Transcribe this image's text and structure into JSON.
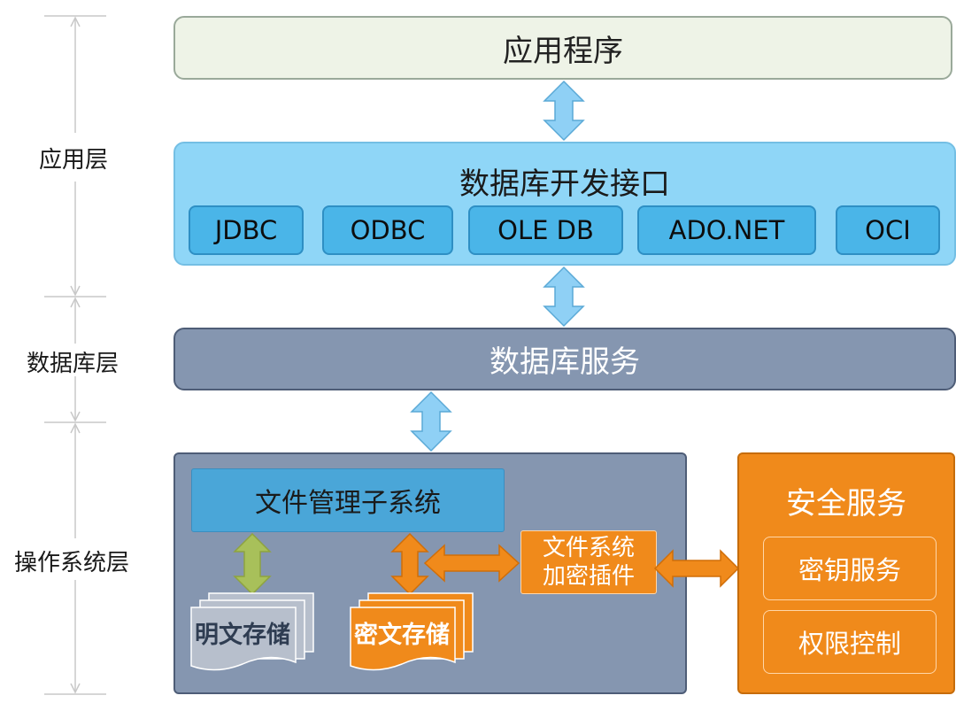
{
  "layers": {
    "app": "应用层",
    "db": "数据库层",
    "os": "操作系统层"
  },
  "app_box": {
    "label": "应用程序"
  },
  "api_box": {
    "title": "数据库开发接口",
    "items": [
      "JDBC",
      "ODBC",
      "OLE DB",
      "ADO.NET",
      "OCI"
    ]
  },
  "db_box": {
    "label": "数据库服务"
  },
  "os_box": {
    "fs_label": "文件管理子系统",
    "plaintext_label": "明文存储",
    "ciphertext_label": "密文存储",
    "plugin_line1": "文件系统",
    "plugin_line2": "加密插件"
  },
  "security": {
    "title": "安全服务",
    "items": [
      "密钥服务",
      "权限控制"
    ]
  },
  "colors": {
    "app_fill": "#eef3e7",
    "api_fill": "#8fd6f7",
    "api_item_fill": "#4ab5e8",
    "db_fill": "#8596b0",
    "accent_orange": "#f08a1b",
    "arrow_blue": "#8fd0f5",
    "arrow_green": "#a8c05a"
  }
}
